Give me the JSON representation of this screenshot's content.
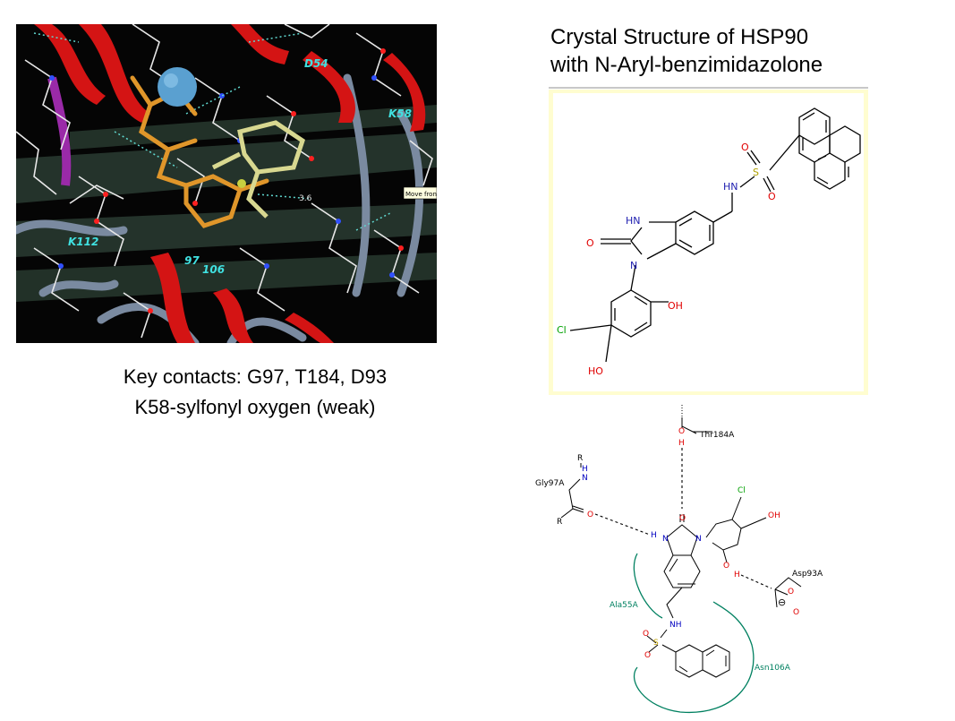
{
  "protein_view": {
    "residue_labels": [
      "D54",
      "K58",
      "K112",
      "97",
      "106"
    ],
    "distance_label": "3.6",
    "tooltip": "Move front",
    "colors": {
      "background": "#050505",
      "helix": "#d41414",
      "ligand": "#e0962a",
      "probe": "#5aa0d0",
      "residue_label": "#40e0e0"
    }
  },
  "caption": {
    "line1": "Key contacts: G97, T184, D93",
    "line2": "K58-sylfonyl oxygen (weak)"
  },
  "title": {
    "line1": "Crystal Structure of HSP90",
    "line2": "with N-Aryl-benzimidazolone"
  },
  "structure": {
    "labels": {
      "nh_sulfonamide": "HN",
      "nh_imidazolone": "HN",
      "o_carbonyl": "O",
      "n_imidazolone": "N",
      "s": "S",
      "o1": "O",
      "o2": "O",
      "oh1": "OH",
      "cl": "Cl",
      "oh2": "HO"
    },
    "colors": {
      "frame": "#fffdd0",
      "bond": "#000000",
      "n": "#2020b0",
      "o": "#e00000",
      "s": "#b0a000",
      "cl": "#00a000"
    }
  },
  "interaction": {
    "residues": {
      "thr": "Thr184A",
      "gly": "Gly97A",
      "asp": "Asp93A",
      "ala": "Ala55A",
      "asn": "Asn106A"
    },
    "atoms": {
      "r1": "R",
      "nh_gly": "N",
      "h_gly": "H",
      "r2": "R",
      "o_gly": "O",
      "o_thr": "O",
      "h_thr": "H",
      "o_core": "O",
      "n1": "N",
      "h_core": "H",
      "n2": "N",
      "cl": "Cl",
      "oh": "OH",
      "o_phenol": "O",
      "h_phenol": "H",
      "o_asp": "O",
      "o_asp2": "O",
      "minus": "⊖",
      "nh_sulf": "NH",
      "s": "S",
      "o_s1": "O",
      "o_s2": "O"
    },
    "colors": {
      "hydrophobic": "#008060",
      "n": "#0000c0",
      "o": "#e00000",
      "s": "#c0a000",
      "cl": "#00a000"
    }
  }
}
